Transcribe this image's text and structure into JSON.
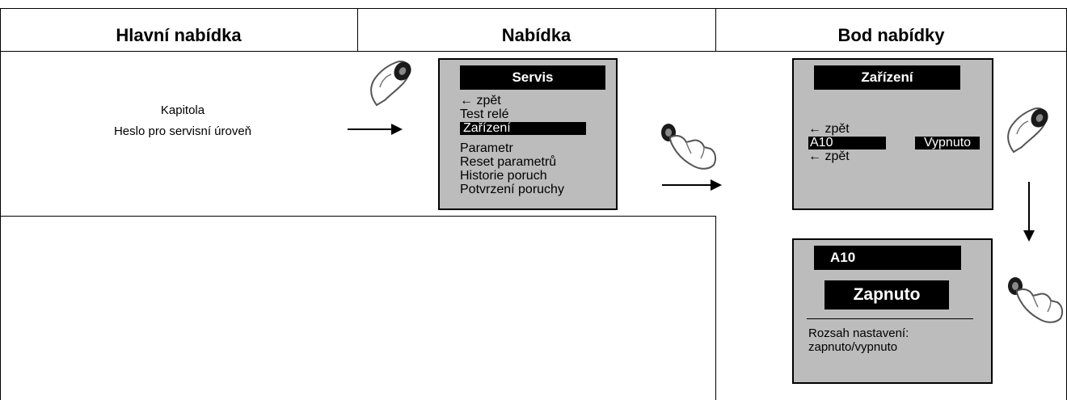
{
  "headers": {
    "col1": "Hlavní nabídka",
    "col2": "Nabídka",
    "col3": "Bod nabídky"
  },
  "chapter": {
    "line1": "Kapitola",
    "line2": "Heslo pro servisní úroveň"
  },
  "servis_menu": {
    "title": "Servis",
    "items": [
      "← zpět",
      "Test relé",
      "Zařízení",
      "Parametr",
      "Reset parametrů",
      "Historie poruch",
      "Potvrzení poruchy"
    ],
    "selected_index": 2
  },
  "zarizeni_menu": {
    "title": "Zařízení",
    "back1": "← zpět",
    "param_name": "A10",
    "param_value": "Vypnuto",
    "back2": "← zpět"
  },
  "a10_screen": {
    "title": "A10",
    "value": "Zapnuto",
    "range_label": "Rozsah nastavení:",
    "range_value": "zapnuto/vypnuto"
  },
  "icons": [
    "rotary-knob-turn-icon",
    "knob-press-hand-icon"
  ]
}
